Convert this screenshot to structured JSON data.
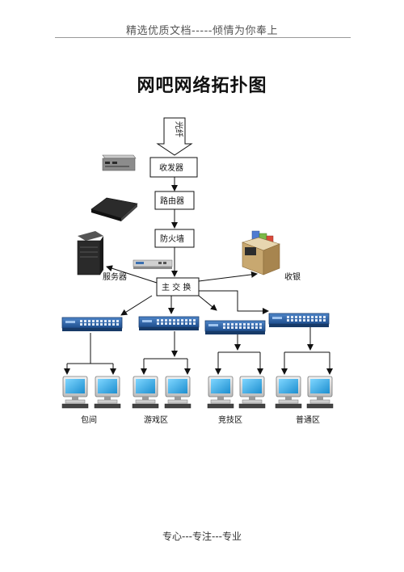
{
  "header": {
    "text": "精选优质文档-----倾情为你奉上"
  },
  "title": "网吧网络拓扑图",
  "footer": {
    "text": "专心---专注---专业"
  },
  "diagram": {
    "input_label": "光纤",
    "transceiver": "收发器",
    "router": "路由器",
    "firewall": "防火墙",
    "core_switch": "主 交 换",
    "server": "服务器",
    "cashier": "收银",
    "zones": [
      "包间",
      "游戏区",
      "竞技区",
      "普通区"
    ]
  }
}
